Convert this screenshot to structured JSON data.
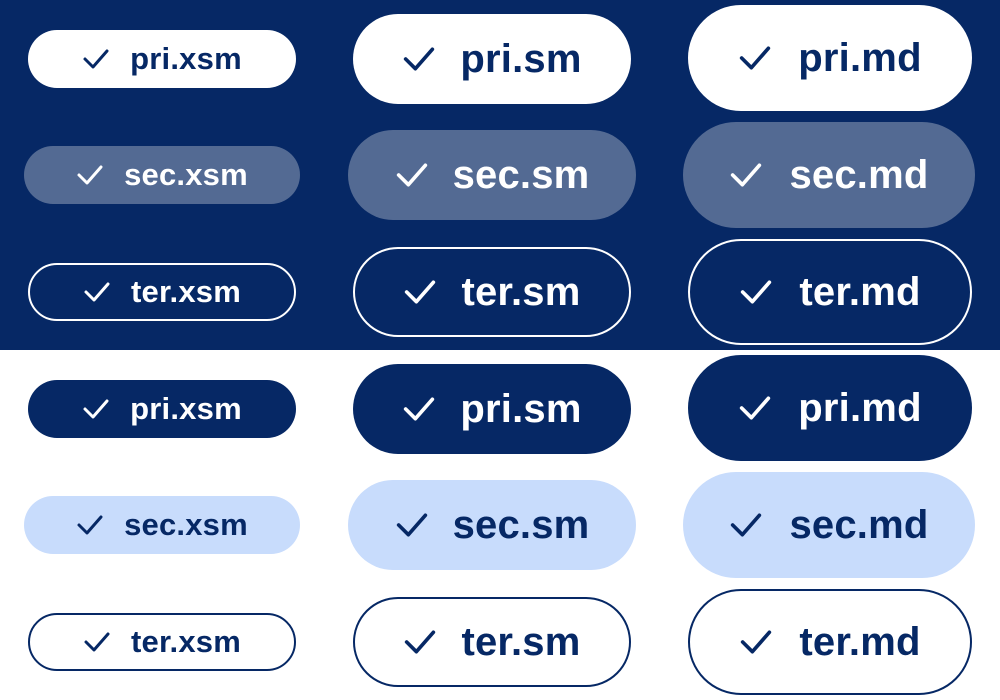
{
  "colors": {
    "navy": "#062865",
    "white": "#ffffff",
    "secondary_on_dark": "#536a93",
    "secondary_on_light": "#c8dcfc"
  },
  "icon": "check-icon",
  "dark_panel": {
    "primary": {
      "xsm": "pri.xsm",
      "sm": "pri.sm",
      "md": "pri.md"
    },
    "secondary": {
      "xsm": "sec.xsm",
      "sm": "sec.sm",
      "md": "sec.md"
    },
    "tertiary": {
      "xsm": "ter.xsm",
      "sm": "ter.sm",
      "md": "ter.md"
    }
  },
  "light_panel": {
    "primary": {
      "xsm": "pri.xsm",
      "sm": "pri.sm",
      "md": "pri.md"
    },
    "secondary": {
      "xsm": "sec.xsm",
      "sm": "sec.sm",
      "md": "sec.md"
    },
    "tertiary": {
      "xsm": "ter.xsm",
      "sm": "ter.sm",
      "md": "ter.md"
    }
  }
}
